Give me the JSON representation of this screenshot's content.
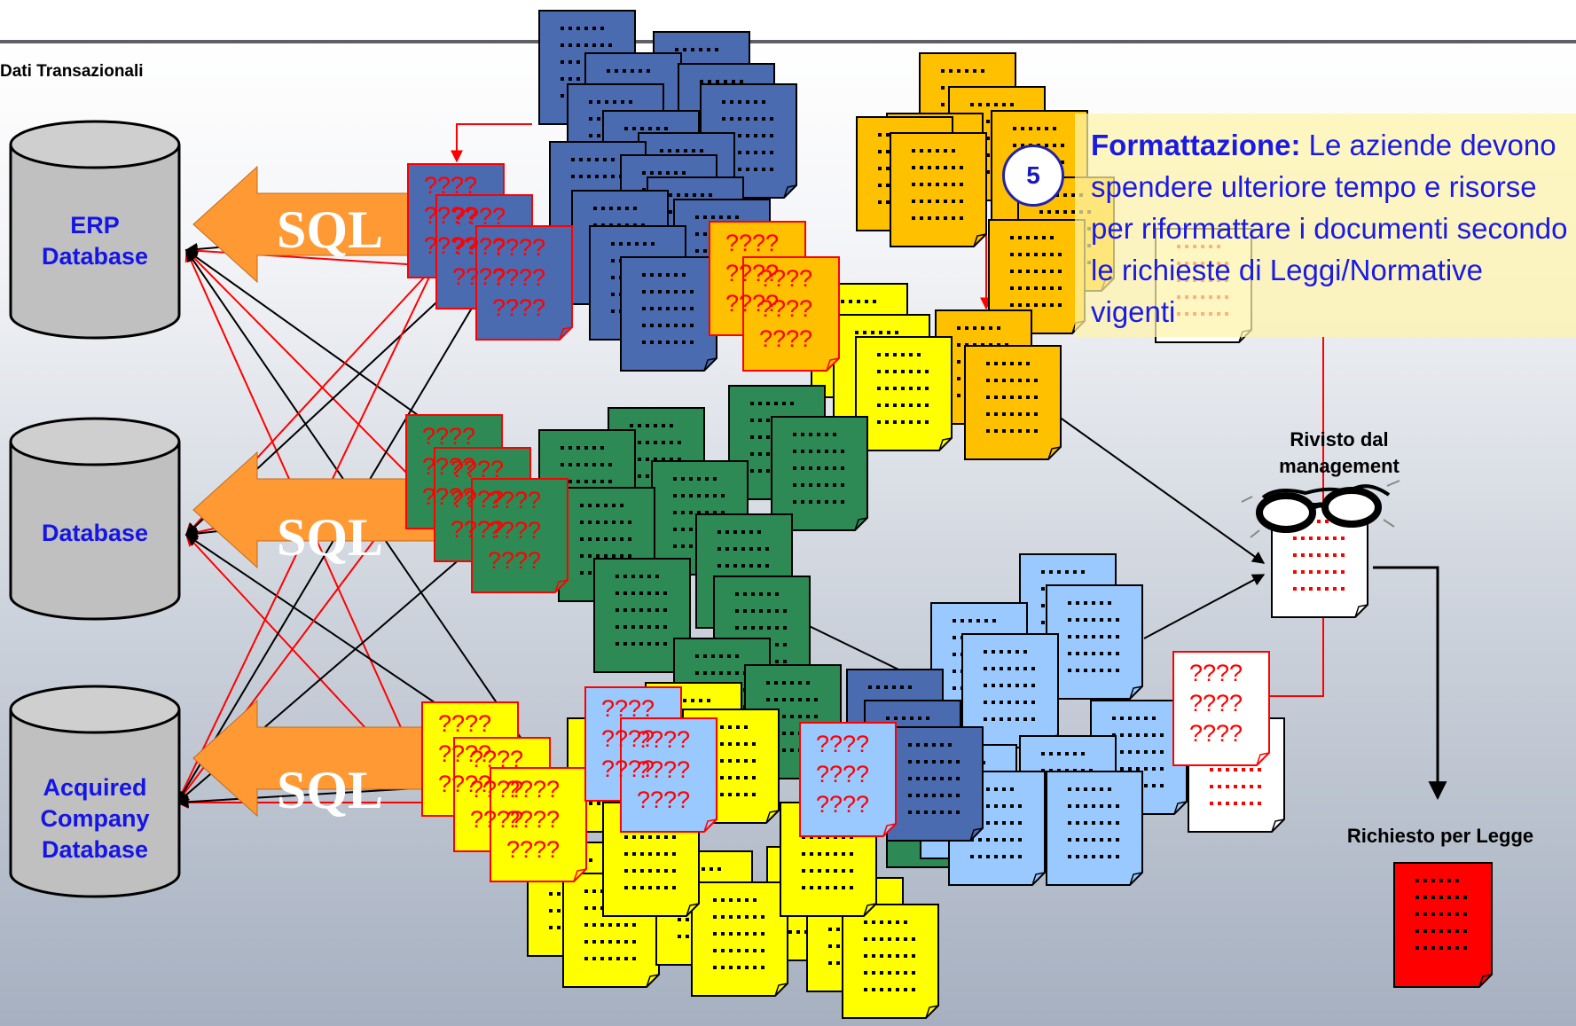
{
  "section_title": "Dati Transazionali",
  "databases": [
    {
      "lines": [
        "ERP",
        "Database"
      ]
    },
    {
      "lines": [
        "Database"
      ]
    },
    {
      "lines": [
        "Acquired",
        "Company",
        "Database"
      ]
    }
  ],
  "sql_label": "SQL",
  "unknown_marker": "????",
  "step_number": "5",
  "callout": {
    "heading": "Formattazione:",
    "body": " Le aziende devono spendere ulteriore tempo e risorse per riformattare i documenti secondo le richieste di Leggi/Normative vigenti"
  },
  "review_label": "Rivisto dal management",
  "required_label": "Richiesto per Legge",
  "colors": {
    "blue_doc": "#4a6bb0",
    "green_doc": "#2e8a55",
    "yellow_doc": "#ffff00",
    "orange_doc": "#ffc000",
    "lightblue_doc": "#99c9ff",
    "red_doc": "#ff0000",
    "arrow_fill": "#ff9933",
    "callout_text": "#1a1ae6",
    "db_label": "#1515e6"
  },
  "icons": [
    "cylinder-db-icon",
    "sql-arrow-icon",
    "document-icon",
    "glasses-icon"
  ]
}
